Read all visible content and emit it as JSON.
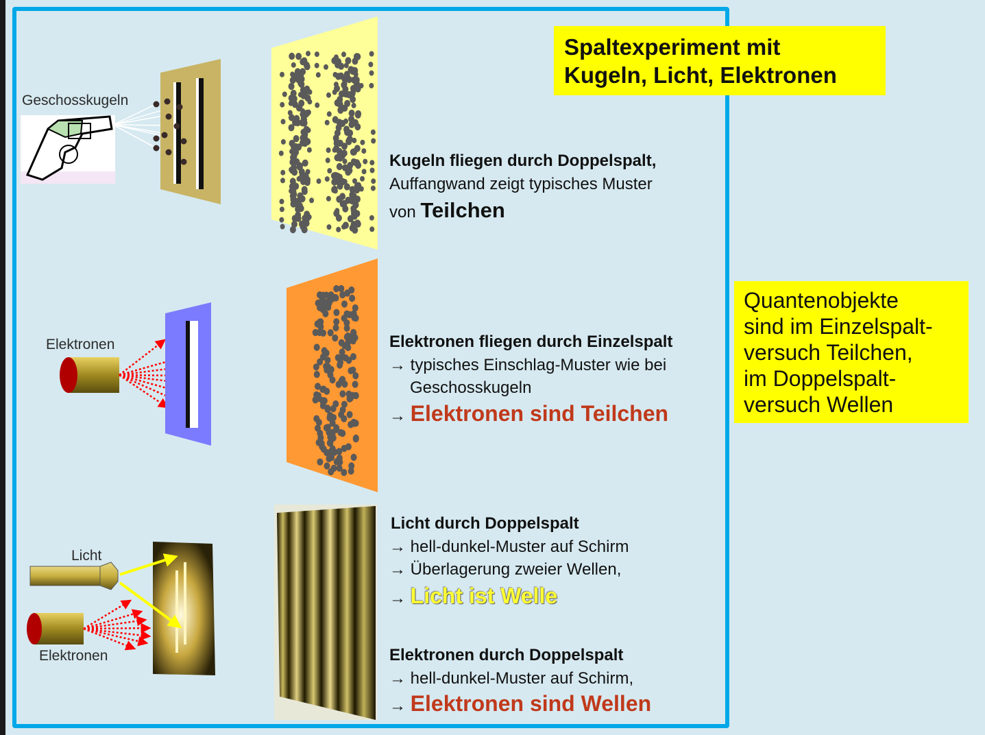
{
  "title": [
    "Spaltexperiment mit",
    "Kugeln, Licht, Elektronen"
  ],
  "note": [
    "Quantenobjekte",
    "sind im Einzelspalt-",
    "versuch Teilchen,",
    "im Doppelspalt-",
    "versuch Wellen"
  ],
  "labels": {
    "bullets": "Geschosskugeln",
    "electrons1": "Elektronen",
    "light": "Licht",
    "electrons2": "Elektronen"
  },
  "section1": {
    "heading": "Kugeln fliegen durch Doppelspalt,",
    "line2": "Auffangwand zeigt typisches Muster",
    "line3_prefix": "von ",
    "line3_emph": "Teilchen"
  },
  "section2": {
    "heading": "Elektronen fliegen durch Einzelspalt",
    "line2": "→ typisches Einschlag-Muster wie bei",
    "line3": "Geschosskugeln",
    "arrow": "→ ",
    "conclusion": "Elektronen sind Teilchen"
  },
  "section3": {
    "heading": "Licht durch Doppelspalt",
    "line2": "→ hell-dunkel-Muster auf Schirm",
    "line3": "→ Überlagerung zweier Wellen,",
    "arrow": "→ ",
    "conclusion": "Licht ist Welle"
  },
  "section4": {
    "heading": "Elektronen durch Doppelspalt",
    "line2": "→ hell-dunkel-Muster auf Schirm,",
    "arrow": "→ ",
    "conclusion": "Elektronen sind Wellen"
  },
  "colors": {
    "frame": "#00a8e8",
    "background": "#d6e9f0",
    "highlight": "#ffff00",
    "conclusion_red": "#c0391b",
    "screen_yellow": "#ffff99",
    "screen_orange": "#ff9933",
    "slit_plate_violet": "#7b7bff",
    "slit_plate_khaki": "#c8b464"
  }
}
